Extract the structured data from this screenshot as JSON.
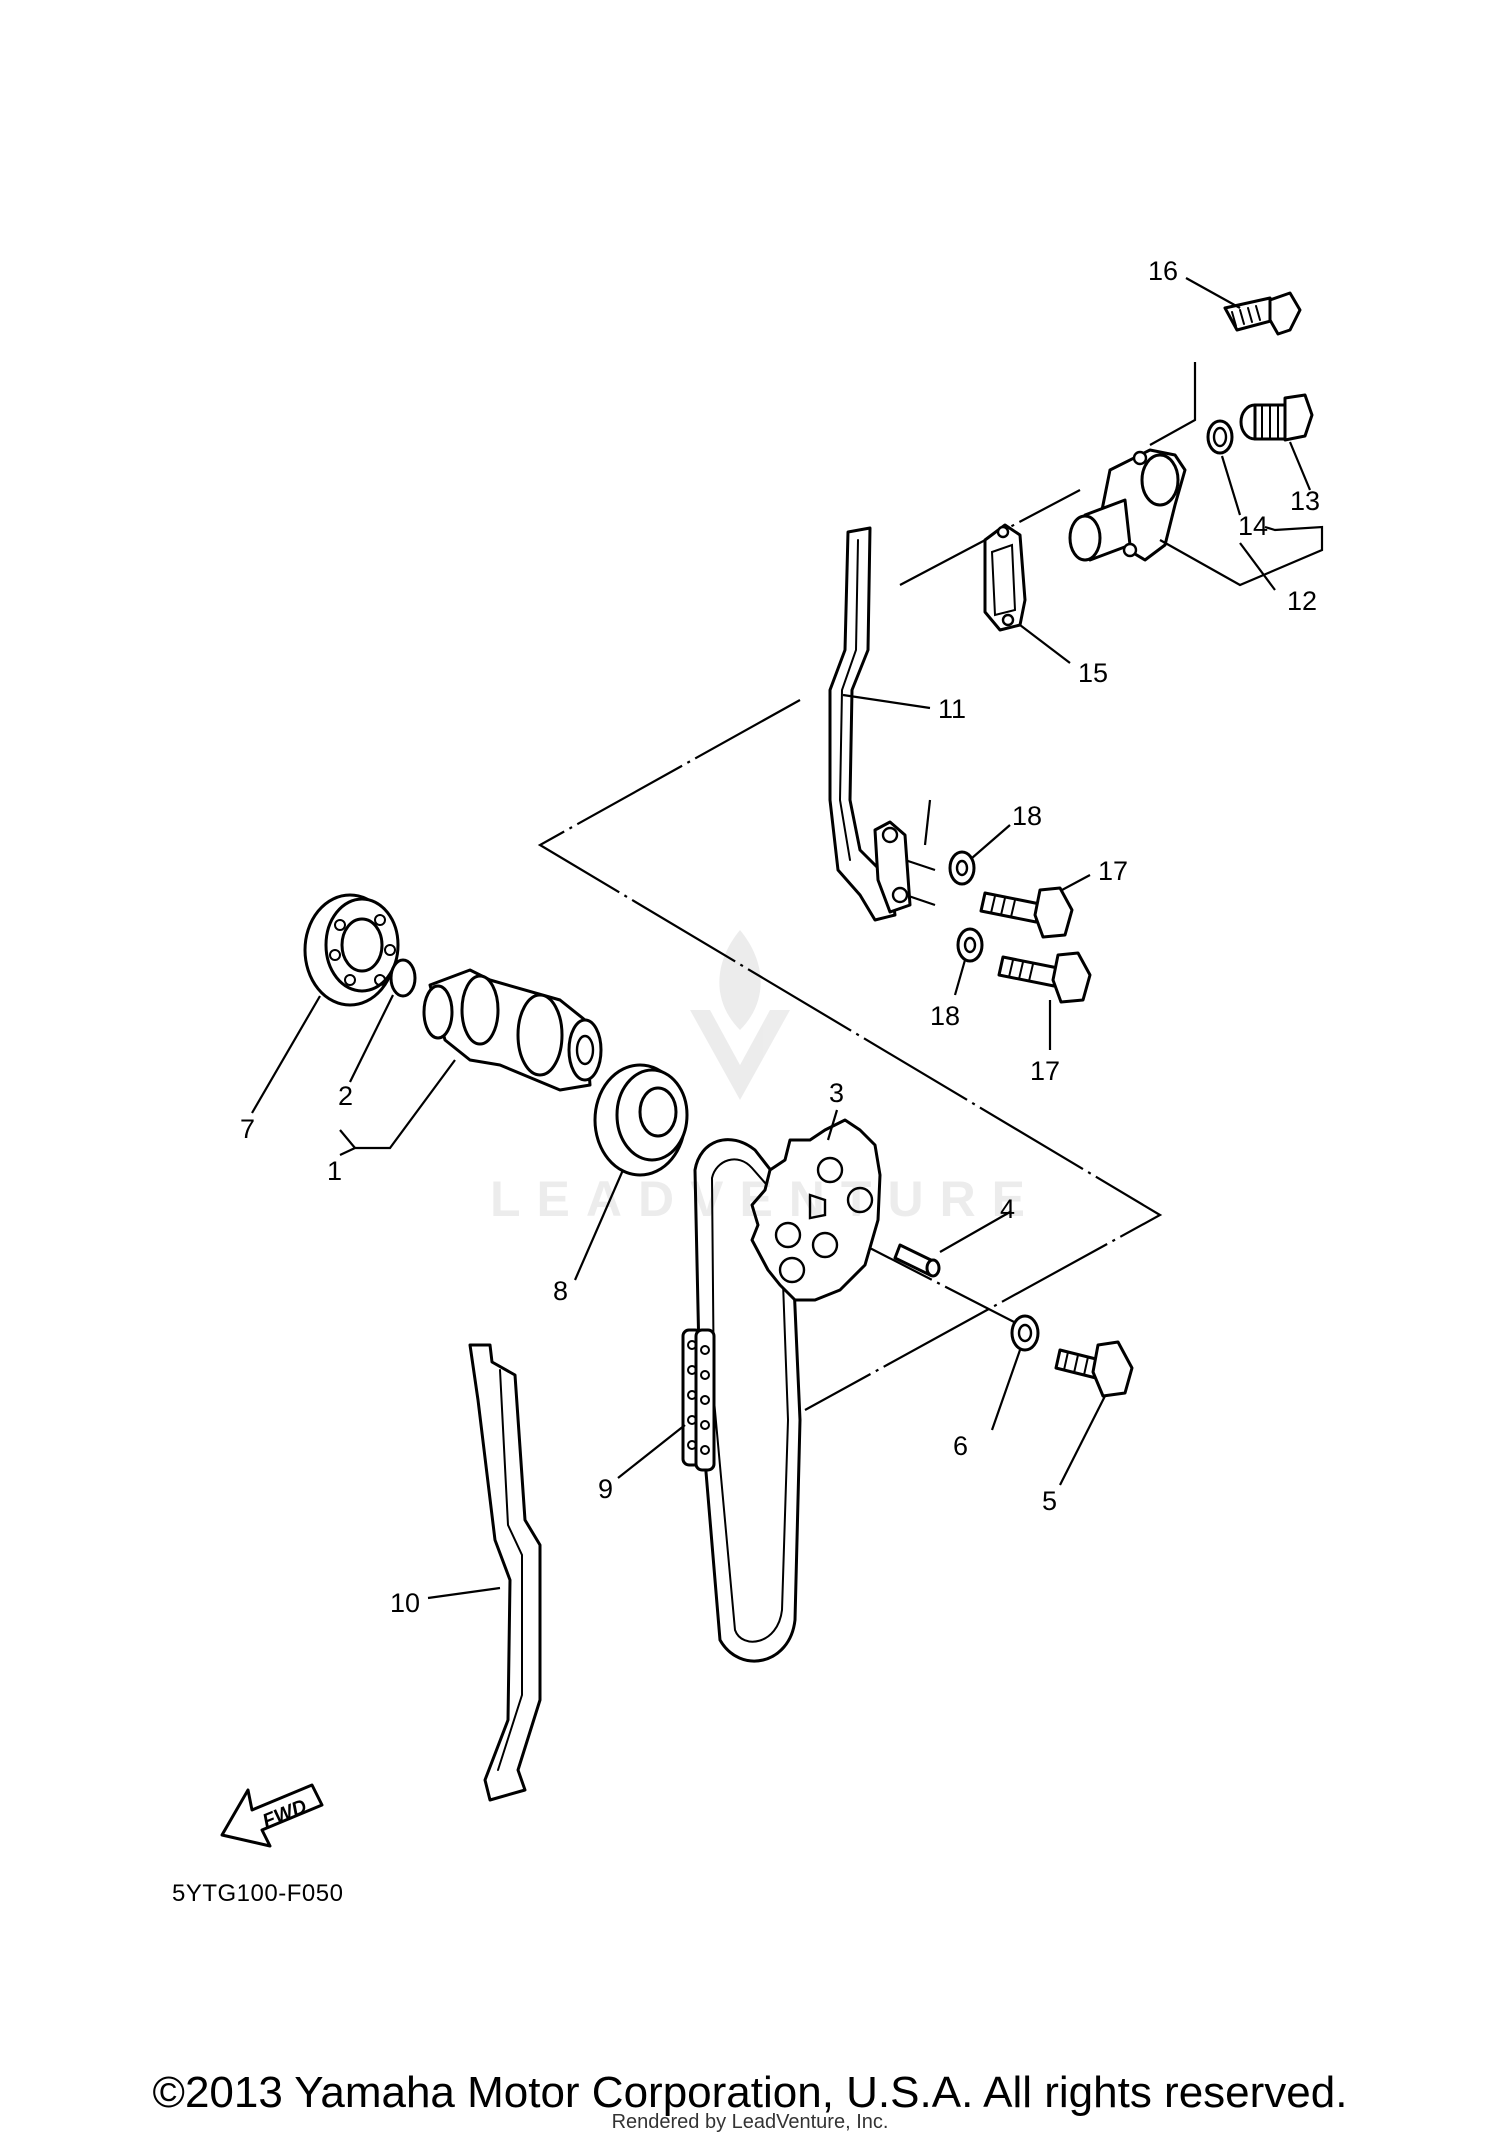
{
  "callouts": {
    "c1": "1",
    "c2": "2",
    "c3": "3",
    "c4": "4",
    "c5": "5",
    "c6": "6",
    "c7": "7",
    "c8": "8",
    "c9": "9",
    "c10": "10",
    "c11": "11",
    "c12": "12",
    "c13": "13",
    "c14": "14",
    "c15": "15",
    "c16": "16",
    "c17a": "17",
    "c17b": "17",
    "c18a": "18",
    "c18b": "18"
  },
  "fwd_label": "FWD",
  "diagram_code": "5YTG100-F050",
  "watermark": "LEADVENTURE",
  "footer": {
    "copyright": "©2013 Yamaha Motor Corporation, U.S.A. All rights reserved.",
    "rendered_by": "Rendered by LeadVenture, Inc."
  }
}
